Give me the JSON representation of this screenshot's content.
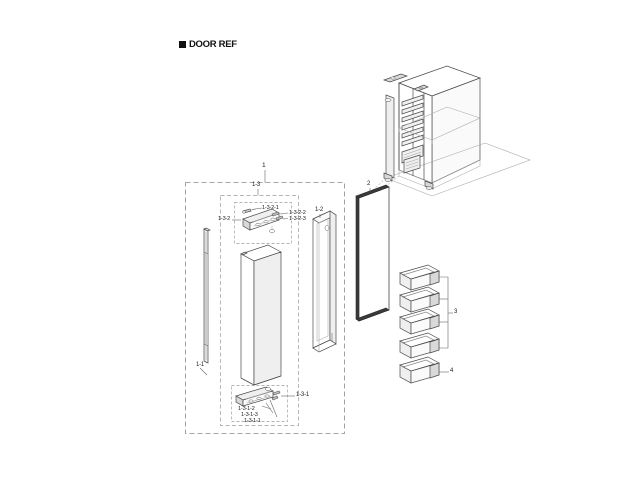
{
  "page": {
    "title": "DOOR REF",
    "bullet_icon": "square-bullet-icon",
    "background": "#ffffff"
  },
  "callouts": {
    "assembly_door": "1",
    "handle": "1-1",
    "door_liner": "1-2",
    "door_foam_assy": "1-3",
    "hinge_upper_group": "1-3-2",
    "hinge_upper_a": "1-3-2-1",
    "hinge_upper_b": "1-3-2-2",
    "hinge_upper_c": "1-3-2-3",
    "hinge_lower_group": "1-3-1",
    "hinge_lower_a": "1-3-1-2",
    "hinge_lower_b": "1-3-1-3",
    "hinge_lower_c": "1-3-1-1",
    "gasket": "2",
    "door_bins_group": "3",
    "door_bin_bottom": "4"
  },
  "parts": [
    {
      "ref": "1",
      "name": "door-assembly",
      "shape": "dashed-group-box"
    },
    {
      "ref": "1-1",
      "name": "door-handle",
      "shape": "vertical-bar"
    },
    {
      "ref": "1-2",
      "name": "door-inner-liner",
      "shape": "isometric-frame"
    },
    {
      "ref": "1-3",
      "name": "door-foam-assembly",
      "shape": "dashed-group-box"
    },
    {
      "ref": "1-3-2",
      "name": "upper-hinge-assembly",
      "shape": "hinge-bracket"
    },
    {
      "ref": "1-3-2-1",
      "name": "upper-hinge-screw",
      "shape": "screw"
    },
    {
      "ref": "1-3-2-2",
      "name": "upper-hinge-cam",
      "shape": "cam"
    },
    {
      "ref": "1-3-2-3",
      "name": "upper-hinge-pin",
      "shape": "pin"
    },
    {
      "ref": "1-3-1",
      "name": "lower-hinge-assembly",
      "shape": "hinge-bracket"
    },
    {
      "ref": "1-3-1-2",
      "name": "lower-hinge-screw",
      "shape": "screw"
    },
    {
      "ref": "1-3-1-3",
      "name": "lower-hinge-cam",
      "shape": "cam"
    },
    {
      "ref": "1-3-1-1",
      "name": "lower-hinge-pin",
      "shape": "pin"
    },
    {
      "ref": "2",
      "name": "door-gasket-panel",
      "shape": "flat-panel"
    },
    {
      "ref": "3",
      "name": "door-bin-guard",
      "shape": "bin",
      "count": 4
    },
    {
      "ref": "4",
      "name": "door-bin-guard-lower",
      "shape": "bin",
      "count": 1
    }
  ],
  "cabinet": {
    "name": "refrigerator-cabinet-isometric",
    "shelf_count": 7
  },
  "colors": {
    "line": "#4a4a4a",
    "line_light": "#9a9a9a",
    "dash": "#8a8a8a",
    "fill": "#ffffff",
    "fill_shade": "#f2f2f2",
    "fill_shade_dark": "#d8d8d8",
    "gasket_edge": "#2b2b2b",
    "text": "#222222"
  }
}
